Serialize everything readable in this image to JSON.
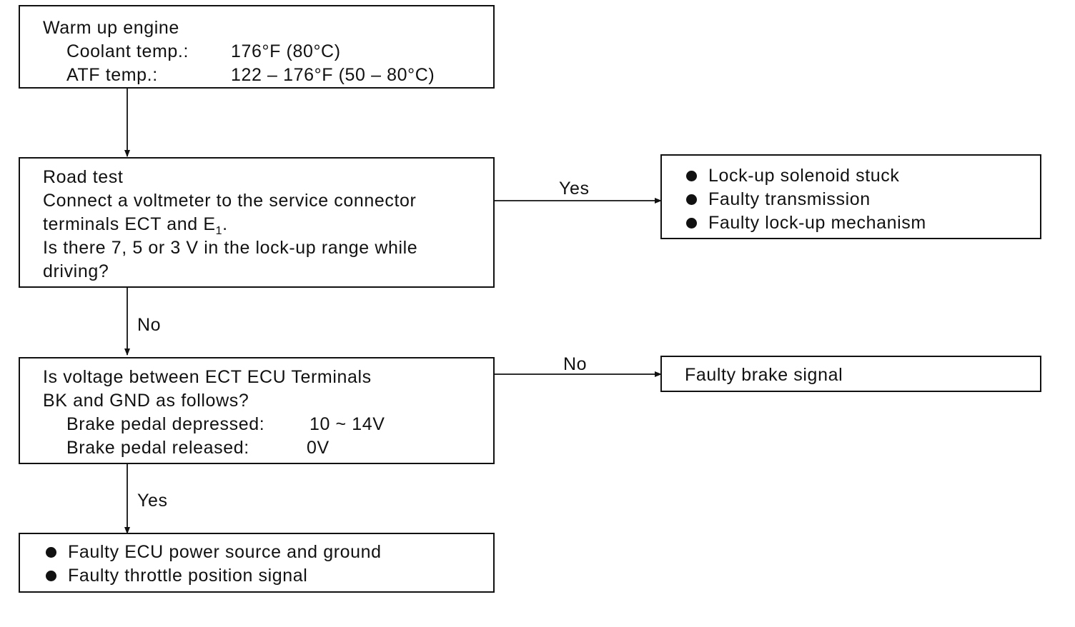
{
  "warmup": {
    "title": "Warm up engine",
    "coolant_label": "Coolant temp.:",
    "coolant_value": "176°F (80°C)",
    "atf_label": "ATF temp.:",
    "atf_value": "122 – 176°F (50 – 80°C)"
  },
  "road_test": {
    "title": "Road test",
    "line1": "Connect a voltmeter to the service connector",
    "line2_prefix": "terminals ECT and E",
    "line2_sub": "1",
    "line2_suffix": ".",
    "line3": "Is there 7, 5 or 3 V in the lock-up range while",
    "line4": "driving?"
  },
  "yes_result": {
    "items": [
      "Lock-up solenoid stuck",
      "Faulty transmission",
      "Faulty lock-up mechanism"
    ]
  },
  "voltage_check": {
    "line1": "Is voltage between ECT ECU Terminals",
    "line2": "BK and GND as follows?",
    "depressed_label": "Brake pedal depressed:",
    "depressed_value": "10 ~ 14V",
    "released_label": "Brake pedal released:",
    "released_value": "0V"
  },
  "no_result": {
    "text": "Faulty brake signal"
  },
  "final_result": {
    "items": [
      "Faulty ECU power source and ground",
      "Faulty throttle position signal"
    ]
  },
  "labels": {
    "yes_1": "Yes",
    "no_1": "No",
    "no_2": "No",
    "yes_2": "Yes"
  }
}
